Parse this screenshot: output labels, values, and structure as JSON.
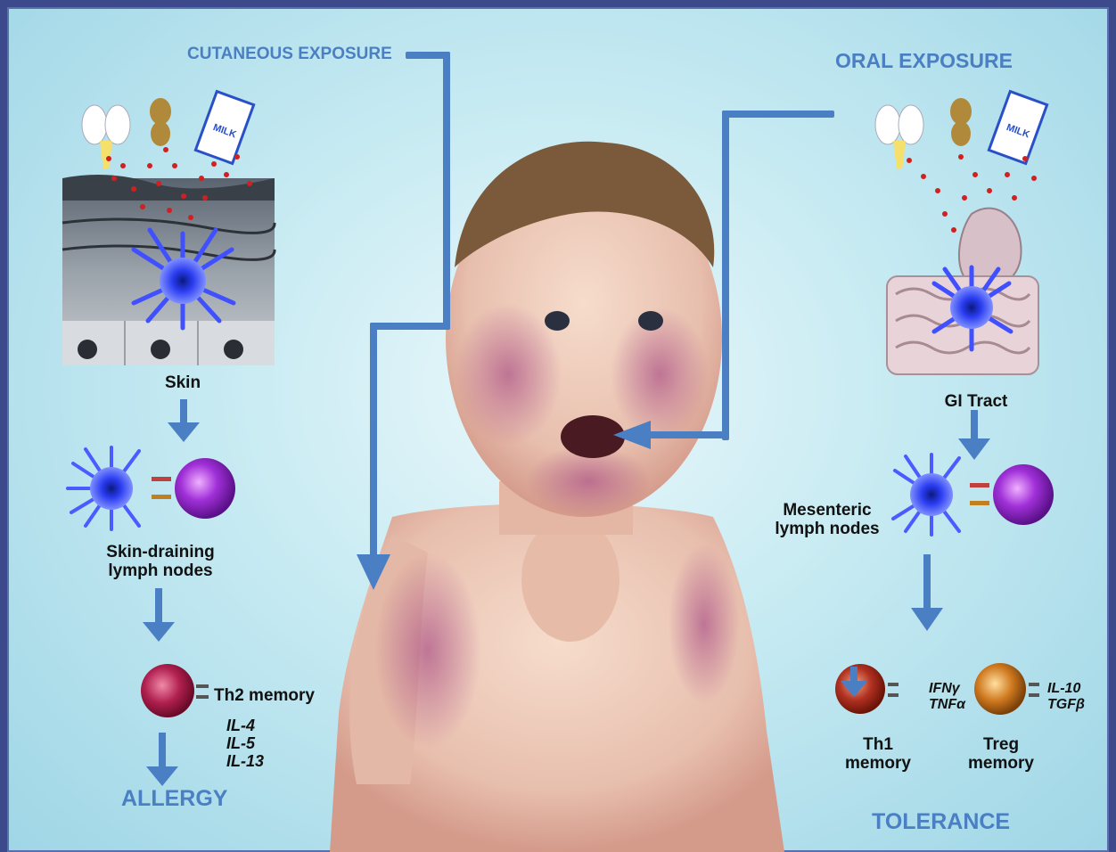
{
  "headings": {
    "cutaneous": "CUTANEOUS EXPOSURE",
    "oral": "ORAL EXPOSURE",
    "allergy": "ALLERGY",
    "tolerance": "TOLERANCE"
  },
  "left": {
    "skin": "Skin",
    "lymph_line1": "Skin-draining",
    "lymph_line2": "lymph nodes",
    "th2": "Th2 memory",
    "cytokines": [
      "IL-4",
      "IL-5",
      "IL-13"
    ]
  },
  "right": {
    "gi": "GI Tract",
    "mesenteric_line1": "Mesenteric",
    "mesenteric_line2": "lymph nodes",
    "th1_line1": "Th1",
    "th1_line2": "memory",
    "treg_line1": "Treg",
    "treg_line2": "memory",
    "th1_cytokines": [
      "IFNγ",
      "TNFα"
    ],
    "treg_cytokines": [
      "IL-10",
      "TGFβ"
    ]
  },
  "food_icons": [
    "egg-icon",
    "peanut-icon",
    "milk-carton-icon"
  ],
  "milk_label": "MILK",
  "colors": {
    "arrow": "#4a7fc3",
    "heading": "#4a7fc3",
    "dendritic_cell": "#3040e0",
    "b_cell": "#9a2fd0",
    "th2_cell": "#b02050",
    "th1_cell": "#b03020",
    "treg_cell": "#d07a20",
    "allergen_dot": "#d02020"
  }
}
